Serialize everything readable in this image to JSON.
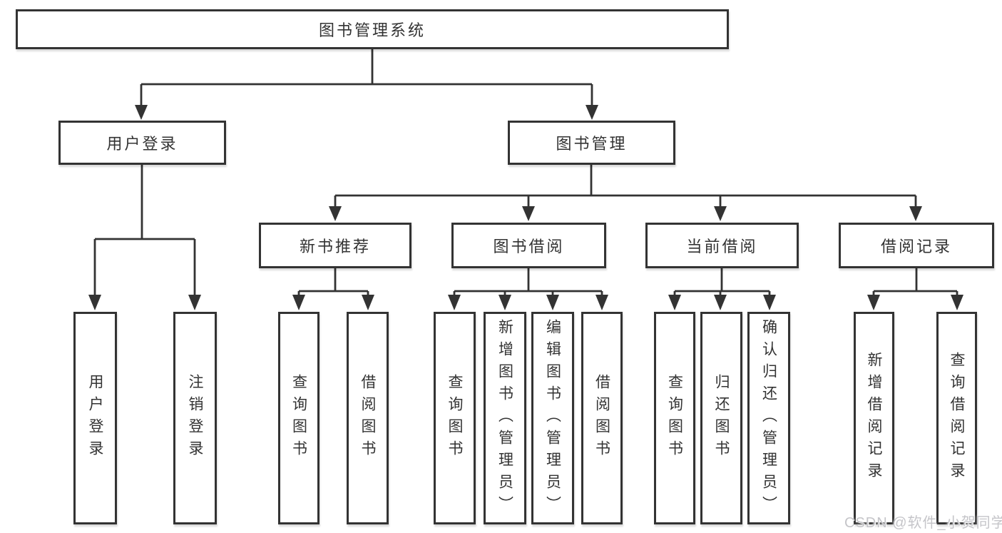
{
  "tree": {
    "label": "图书管理系统",
    "children": [
      {
        "label": "用户登录",
        "children": [
          {
            "label": "用户登录"
          },
          {
            "label": "注销登录"
          }
        ]
      },
      {
        "label": "图书管理",
        "children": [
          {
            "label": "新书推荐",
            "children": [
              {
                "label": "查询图书"
              },
              {
                "label": "借阅图书"
              }
            ]
          },
          {
            "label": "图书借阅",
            "children": [
              {
                "label": "查询图书"
              },
              {
                "label": "新增图书（管理员）"
              },
              {
                "label": "编辑图书（管理员）"
              },
              {
                "label": "借阅图书"
              }
            ]
          },
          {
            "label": "当前借阅",
            "children": [
              {
                "label": "查询图书"
              },
              {
                "label": "归还图书"
              },
              {
                "label": "确认归还（管理员）"
              }
            ]
          },
          {
            "label": "借阅记录",
            "children": [
              {
                "label": "新增借阅记录"
              },
              {
                "label": "查询借阅记录"
              }
            ]
          }
        ]
      }
    ]
  },
  "watermark": "CSDN @软件_小贺同学",
  "colors": {
    "line": "#333333",
    "box_border": "#333333",
    "box_fill": "#ffffff",
    "text": "#333333",
    "watermark": "#c5c5c9"
  }
}
